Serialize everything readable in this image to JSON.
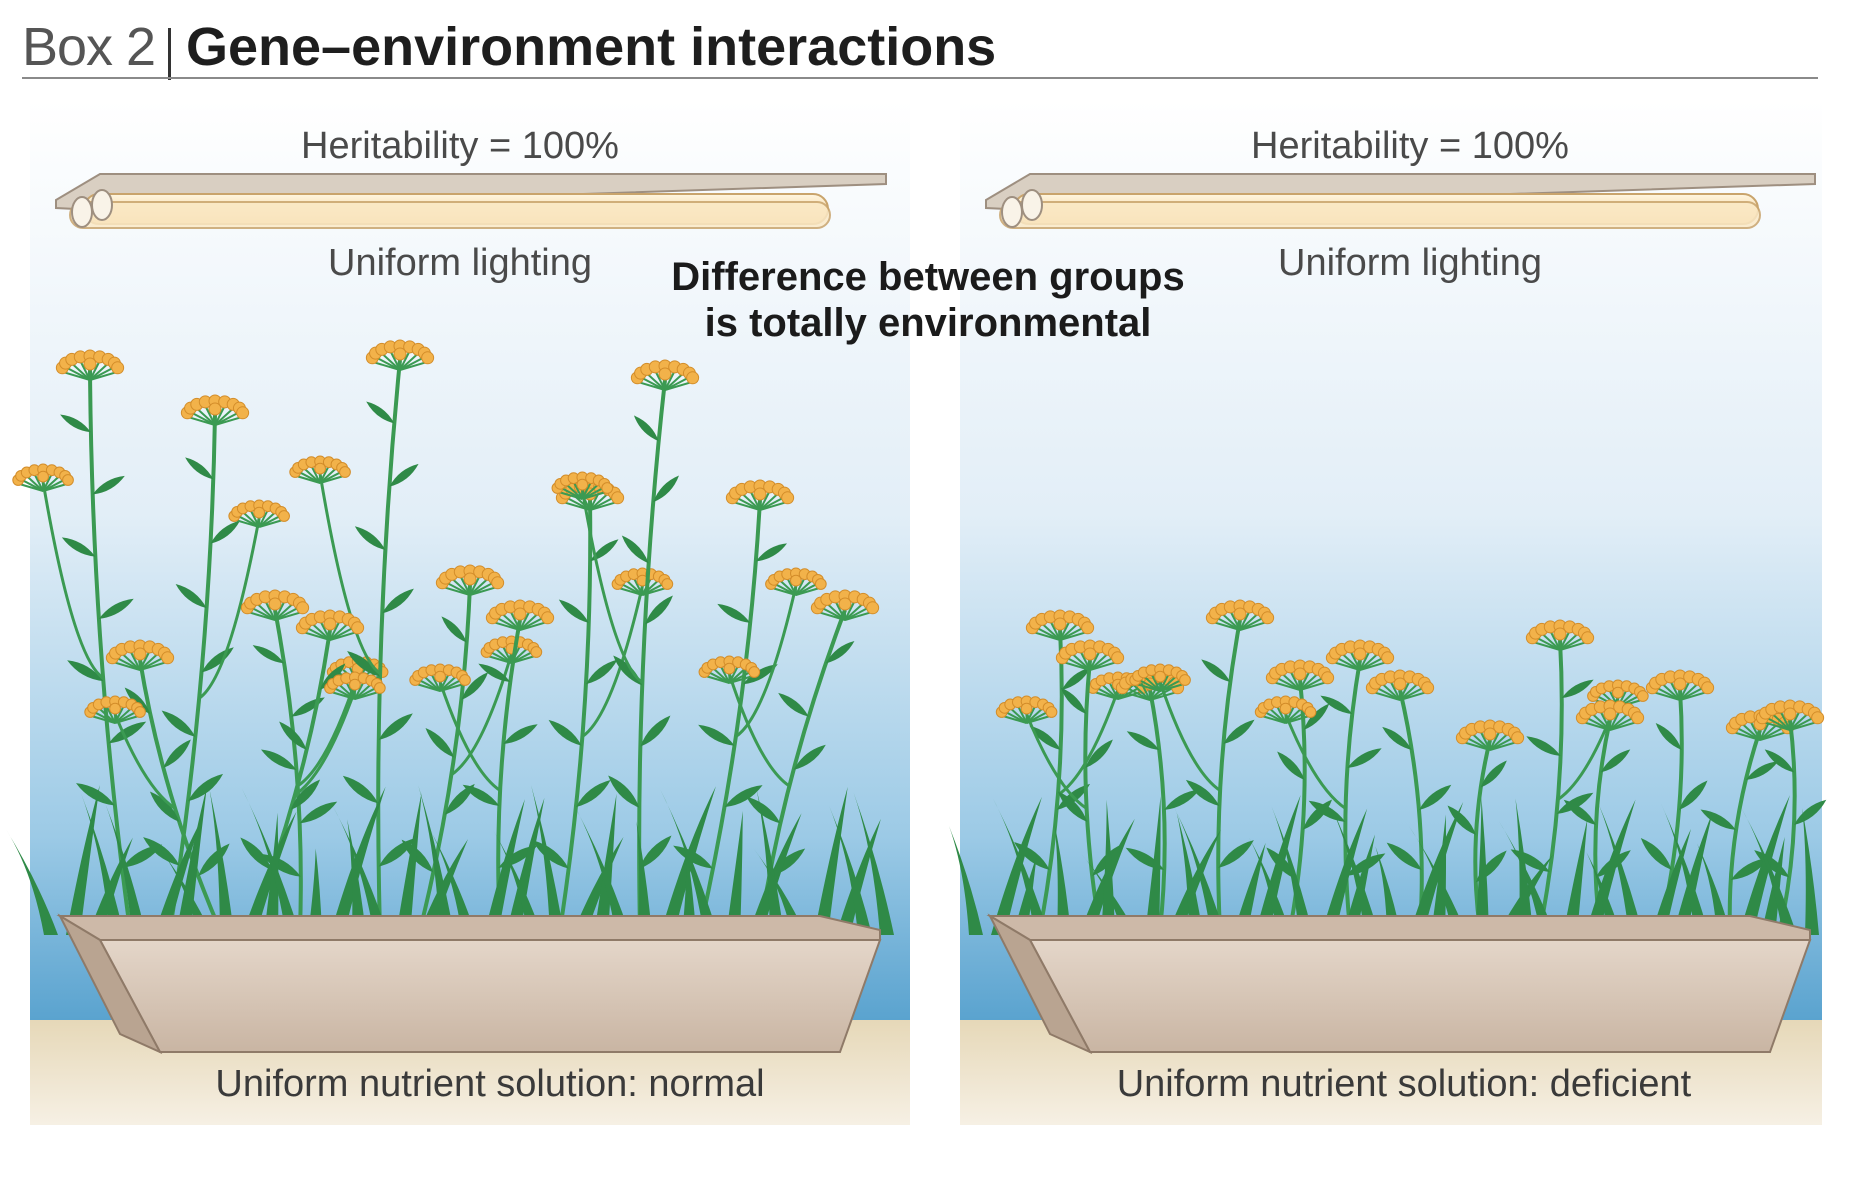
{
  "header": {
    "box_label": "Box 2",
    "title": "Gene–environment interactions"
  },
  "panels": [
    {
      "heritability": "Heritability = 100%",
      "lighting": "Uniform lighting",
      "nutrient": "Uniform nutrient solution: normal",
      "plant_growth": "tall"
    },
    {
      "heritability": "Heritability = 100%",
      "lighting": "Uniform lighting",
      "nutrient": "Uniform nutrient solution: deficient",
      "plant_growth": "short"
    }
  ],
  "center_caption": {
    "line1": "Difference between groups",
    "line2": "is totally environmental"
  },
  "colors": {
    "sky_top": "#ffffff",
    "sky_bottom": "#5aa3cf",
    "floor": "#e8dcc0",
    "planter": "#d8c7b8",
    "stem": "#3b9a52",
    "leaf": "#2f8a47",
    "flower": "#f2b24a",
    "lamp": "#f7dfb0"
  },
  "icons": [
    "lamp-icon",
    "planter-icon",
    "plant-icon",
    "flower-icon",
    "leaf-icon"
  ]
}
